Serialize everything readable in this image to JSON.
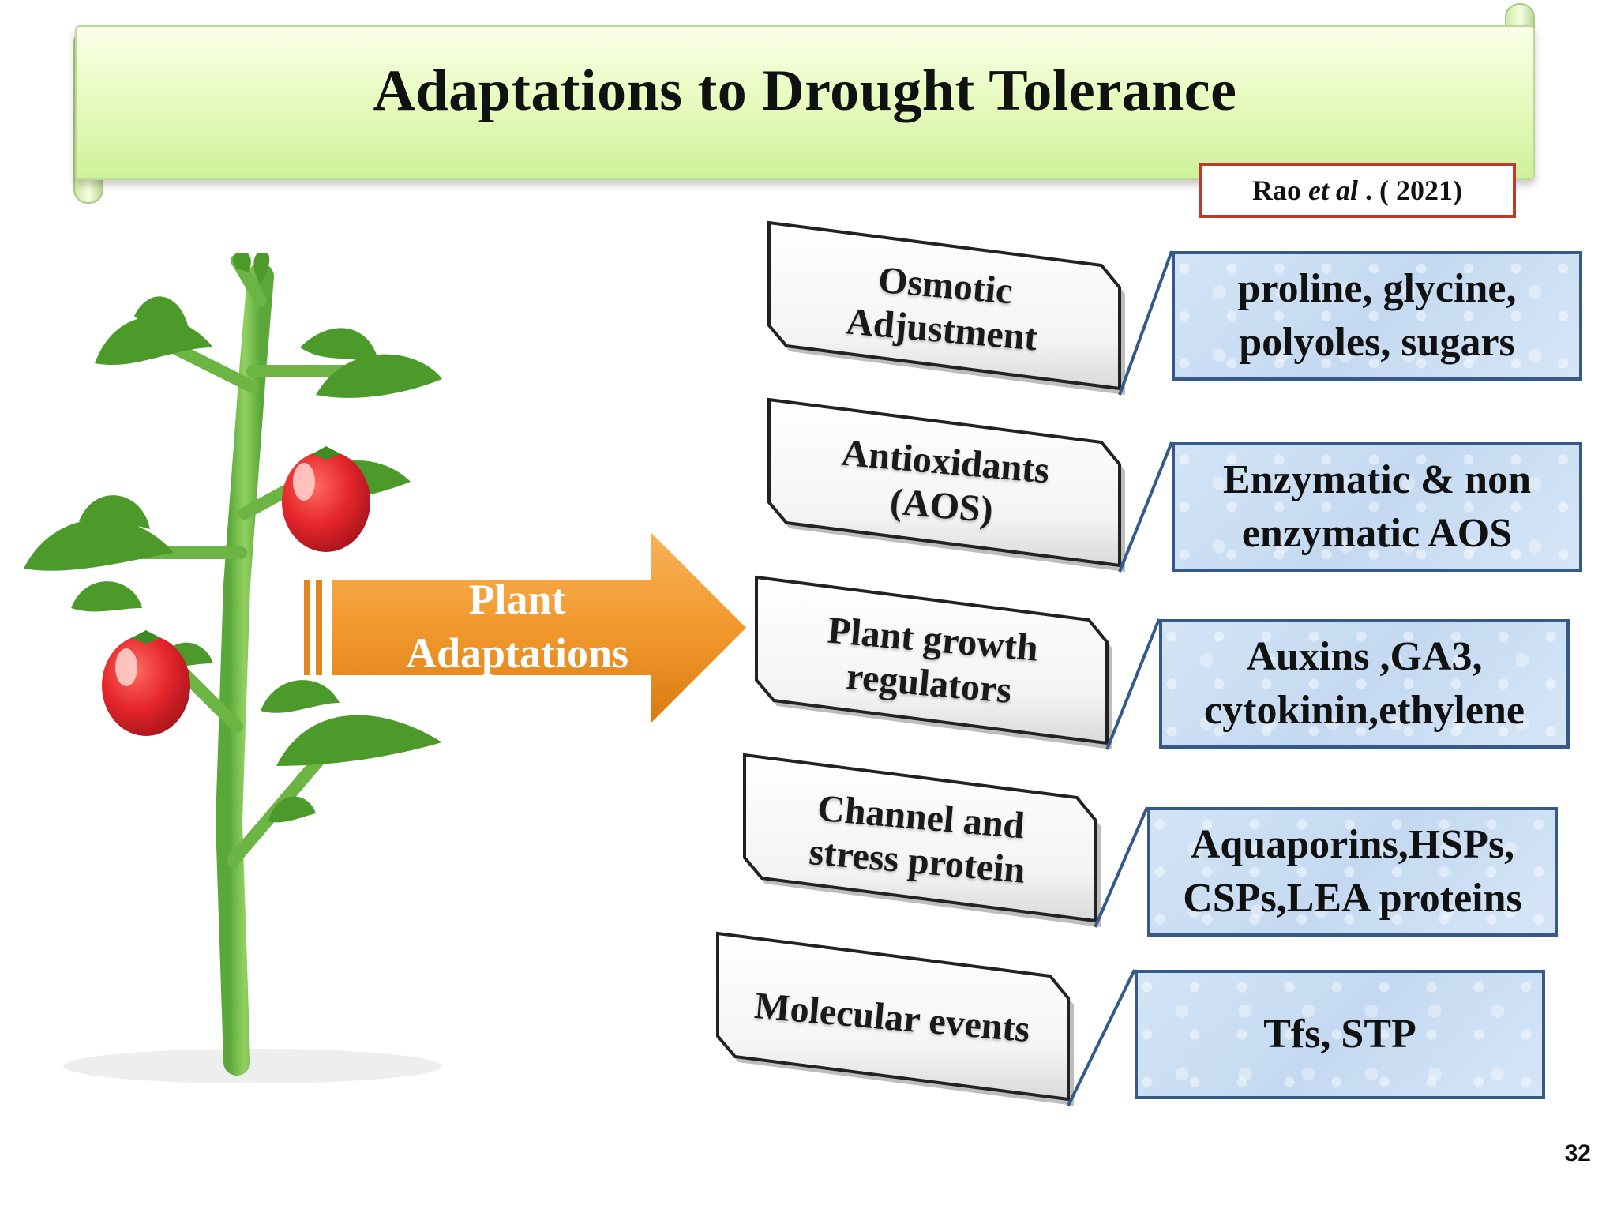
{
  "title": "Adaptations to Drought Tolerance",
  "citation": {
    "author": "Rao",
    "etal": "et al",
    "year": ". ( 2021)"
  },
  "arrow": {
    "line1": "Plant",
    "line2": "Adaptations"
  },
  "categories": [
    {
      "line1": "Osmotic",
      "line2": "Adjustment",
      "detail1": "proline, glycine,",
      "detail2": "polyoles, sugars"
    },
    {
      "line1": "Antioxidants",
      "line2": "(AOS)",
      "detail1": "Enzymatic & non",
      "detail2": "enzymatic AOS"
    },
    {
      "line1": "Plant growth",
      "line2": "regulators",
      "detail1": "Auxins ,GA3,",
      "detail2": "cytokinin,ethylene"
    },
    {
      "line1": "Channel and",
      "line2": "stress protein",
      "detail1": "Aquaporins,HSPs,",
      "detail2": "CSPs,LEA proteins"
    },
    {
      "line1": "Molecular events",
      "line2": "",
      "detail1": "Tfs, STP",
      "detail2": ""
    }
  ],
  "page_number": "32",
  "colors": {
    "banner": "#e9fbc2",
    "arrow": "#f2992e",
    "detail_fill": "#c9dcf2",
    "detail_border": "#355a8a",
    "citation_border": "#c0392b",
    "tomato": "#e5262b",
    "leaf": "#4c9a2a",
    "stem": "#7cc04a"
  }
}
